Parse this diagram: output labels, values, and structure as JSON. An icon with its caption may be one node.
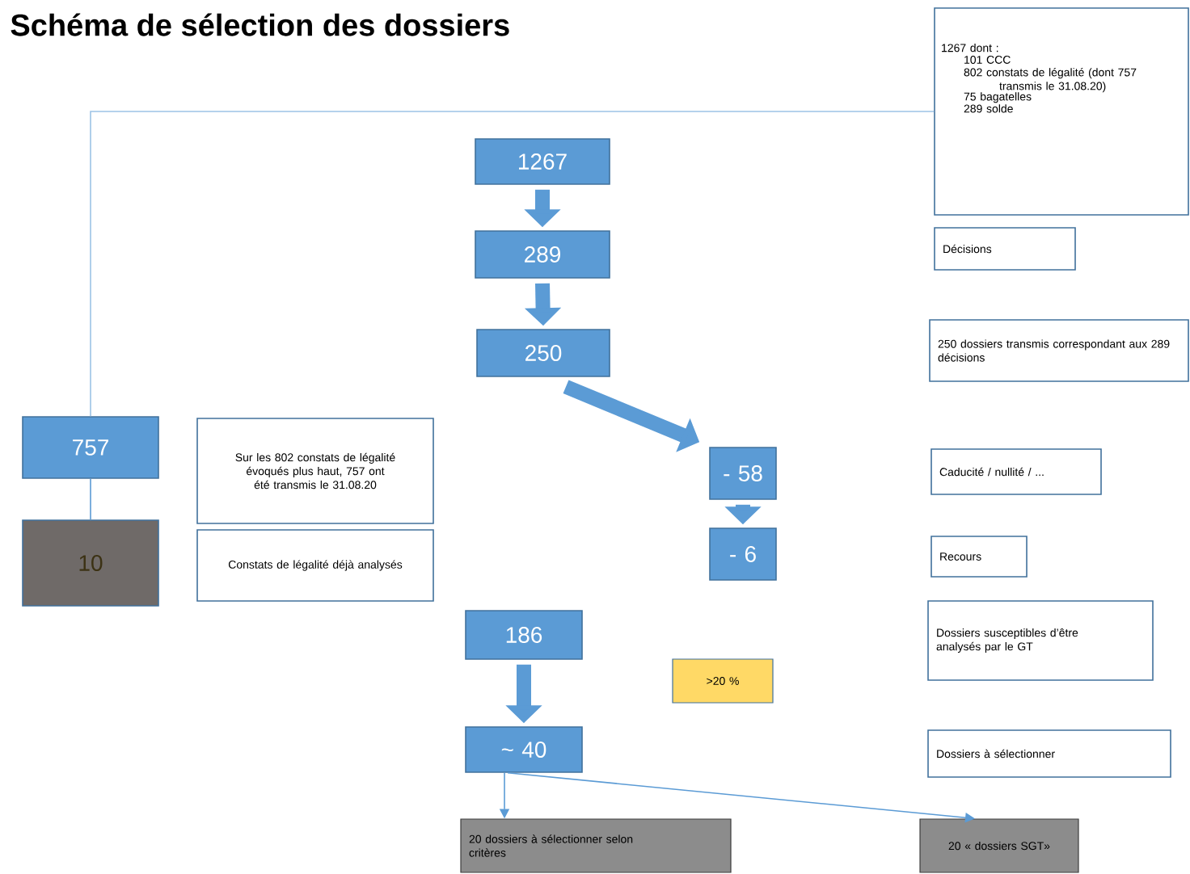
{
  "diagram": {
    "title": "Schéma de sélection des dossiers",
    "nodes": [
      {
        "text": [
          "1267"
        ]
      },
      {
        "text": [
          "289"
        ]
      },
      {
        "text": [
          "250"
        ]
      },
      {
        "text": [
          "- 58"
        ]
      },
      {
        "text": [
          "- 6"
        ]
      },
      {
        "text": [
          "757"
        ]
      },
      {
        "text": [
          "10"
        ]
      },
      {
        "text": [
          "186"
        ]
      },
      {
        "text": [
          "~ 40"
        ]
      },
      {
        "text": [
          "20 dossiers à sélectionner selon critères"
        ]
      },
      {
        "text": [
          "20 « dossiers SGT»"
        ]
      },
      {
        "text": [
          ">20 %"
        ]
      },
      {
        "text": [
          "1267 dont :",
          "101 CCC",
          "802 constats de légalité (dont 757 transmis le 31.08.20)",
          "75 bagatelles",
          "289 solde"
        ]
      },
      {
        "text": [
          "Décisions"
        ]
      },
      {
        "text": [
          "250 dossiers transmis correspondant aux 289 décisions"
        ]
      },
      {
        "text": [
          "Sur les 802 constats de légalité évoqués plus haut, 757 ont été transmis le 31.08.20"
        ]
      },
      {
        "text": [
          "Constats de légalité déjà analysés"
        ]
      },
      {
        "text": [
          "Caducité / nullité / ..."
        ]
      },
      {
        "text": [
          "Recours"
        ]
      },
      {
        "text": [
          "Dossiers susceptibles d’être analysés par le GT"
        ]
      },
      {
        "text": [
          "Dossiers à sélectionner"
        ]
      }
    ],
    "edges": [
      {
        "from": 0,
        "to": 1,
        "arrow": "to"
      },
      {
        "from": 1,
        "to": 2,
        "arrow": "to"
      },
      {
        "from": 2,
        "to": 3,
        "arrow": "to"
      },
      {
        "from": 3,
        "to": 4,
        "arrow": "to"
      },
      {
        "from": 7,
        "to": 8,
        "arrow": "to"
      },
      {
        "from": 12,
        "to": 5,
        "arrow": "none",
        "color": "#9dc3e6"
      },
      {
        "from": 5,
        "to": 6,
        "arrow": "none"
      },
      {
        "from": 8,
        "to": 9,
        "arrow": "to"
      },
      {
        "from": 8,
        "to": 10,
        "arrow": "to"
      }
    ]
  }
}
